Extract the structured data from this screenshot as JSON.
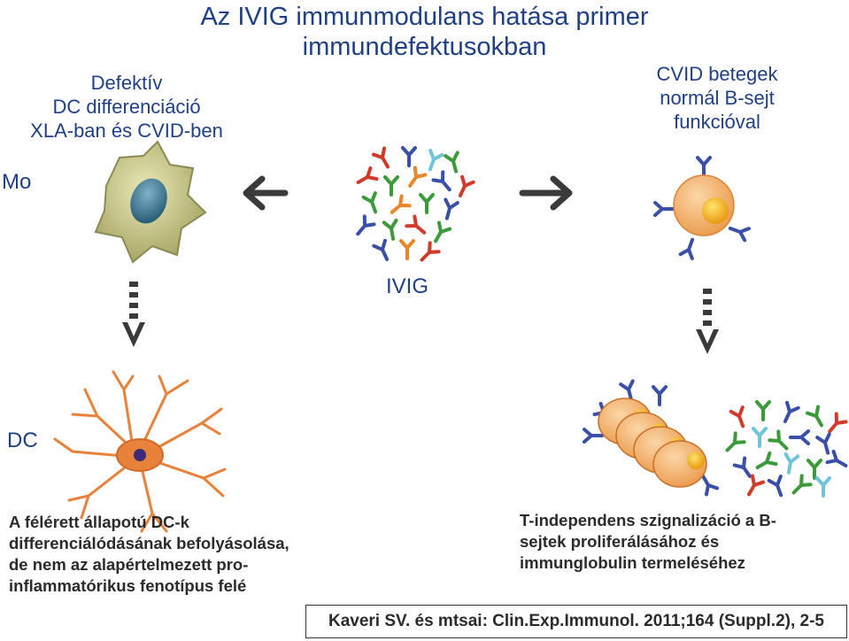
{
  "title": {
    "line1": "Az IVIG immunmodulans hatása primer",
    "line2": "immundefektusokban"
  },
  "top_left_note": {
    "line1": "Defektív",
    "line2": "DC differenciáció",
    "line3": "XLA-ban és CVID-ben"
  },
  "top_right_note": {
    "line1": "CVID betegek",
    "line2": "normál B-sejt",
    "line3": "funkcióval"
  },
  "labels": {
    "mo": "Mo",
    "ivig": "IVIG",
    "dc": "DC"
  },
  "bottom_left_caption": {
    "line1": "A félérett állapotú DC-k",
    "line2": "differenciálódásának befolyásolása,",
    "line3": "de nem az alapértelmezett pro-",
    "line4": "inflammatórikus fenotípus felé"
  },
  "bottom_right_caption": {
    "line1": "T-independens szignalizáció a B-",
    "line2": "sejtek proliferálásához és",
    "line3": "immunglobulin termeléséhez"
  },
  "reference": "Kaveri SV. és mtsai: Clin.Exp.Immunol. 2011;164 (Suppl.2), 2-5",
  "colors": {
    "title_blue": "#1f3f86",
    "antibody_red": "#d23a2a",
    "antibody_blue": "#3a4fa8",
    "antibody_green": "#3b9a3a",
    "antibody_orange": "#e8862a",
    "antibody_cyan": "#6fc4d8",
    "monocyte_body": "#c9c98a",
    "dc_body": "#e8823a",
    "bcell_body": "#f5b46a",
    "bcell_nucleus": "#f2b21b"
  }
}
